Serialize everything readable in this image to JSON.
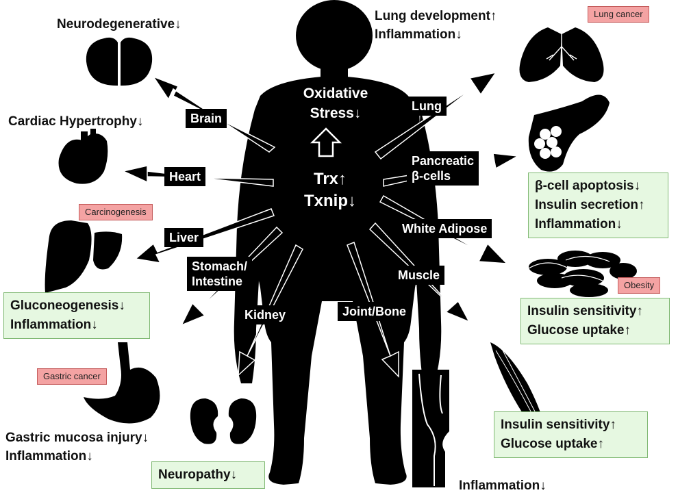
{
  "center": {
    "oxidative_line1": "Oxidative",
    "oxidative_line2": "Stress↓",
    "trx": "Trx↑",
    "txnip": "Txnip↓"
  },
  "arrow_labels": {
    "brain": "Brain",
    "heart": "Heart",
    "liver": "Liver",
    "stomach_line1": "Stomach/",
    "stomach_line2": "Intestine",
    "kidney": "Kidney",
    "joint_bone": "Joint/Bone",
    "muscle": "Muscle",
    "white_adipose": "White Adipose",
    "pancreatic_line1": "Pancreatic",
    "pancreatic_line2": "β-cells",
    "lung": "Lung"
  },
  "effects": {
    "neuro": "Neurodegenerative↓",
    "cardiac": "Cardiac Hypertrophy↓",
    "lung_line1": "Lung development↑",
    "lung_line2": "Inflammation↓",
    "gastric_line1": "Gastric mucosa injury↓",
    "gastric_line2": "Inflammation↓",
    "joint": "Inflammation↓"
  },
  "green_boxes": {
    "liver_line1": "Gluconeogenesis↓",
    "liver_line2": "Inflammation↓",
    "beta_line1": "β-cell apoptosis↓",
    "beta_line2": "Insulin secretion↑",
    "beta_line3": "Inflammation↓",
    "adipose_line1": "Insulin sensitivity↑",
    "adipose_line2": "Glucose uptake↑",
    "muscle_line1": "Insulin sensitivity↑",
    "muscle_line2": "Glucose uptake↑",
    "kidney": "Neuropathy↓"
  },
  "red_tags": {
    "lung_cancer": "Lung cancer",
    "carcinogenesis": "Carcinogenesis",
    "obesity": "Obesity",
    "gastric_cancer": "Gastric cancer"
  },
  "colors": {
    "green_box_fill": "#e6f8e1",
    "green_box_border": "#7fb872",
    "red_tag_fill": "#f4a3a3",
    "silhouette": "#000000"
  }
}
